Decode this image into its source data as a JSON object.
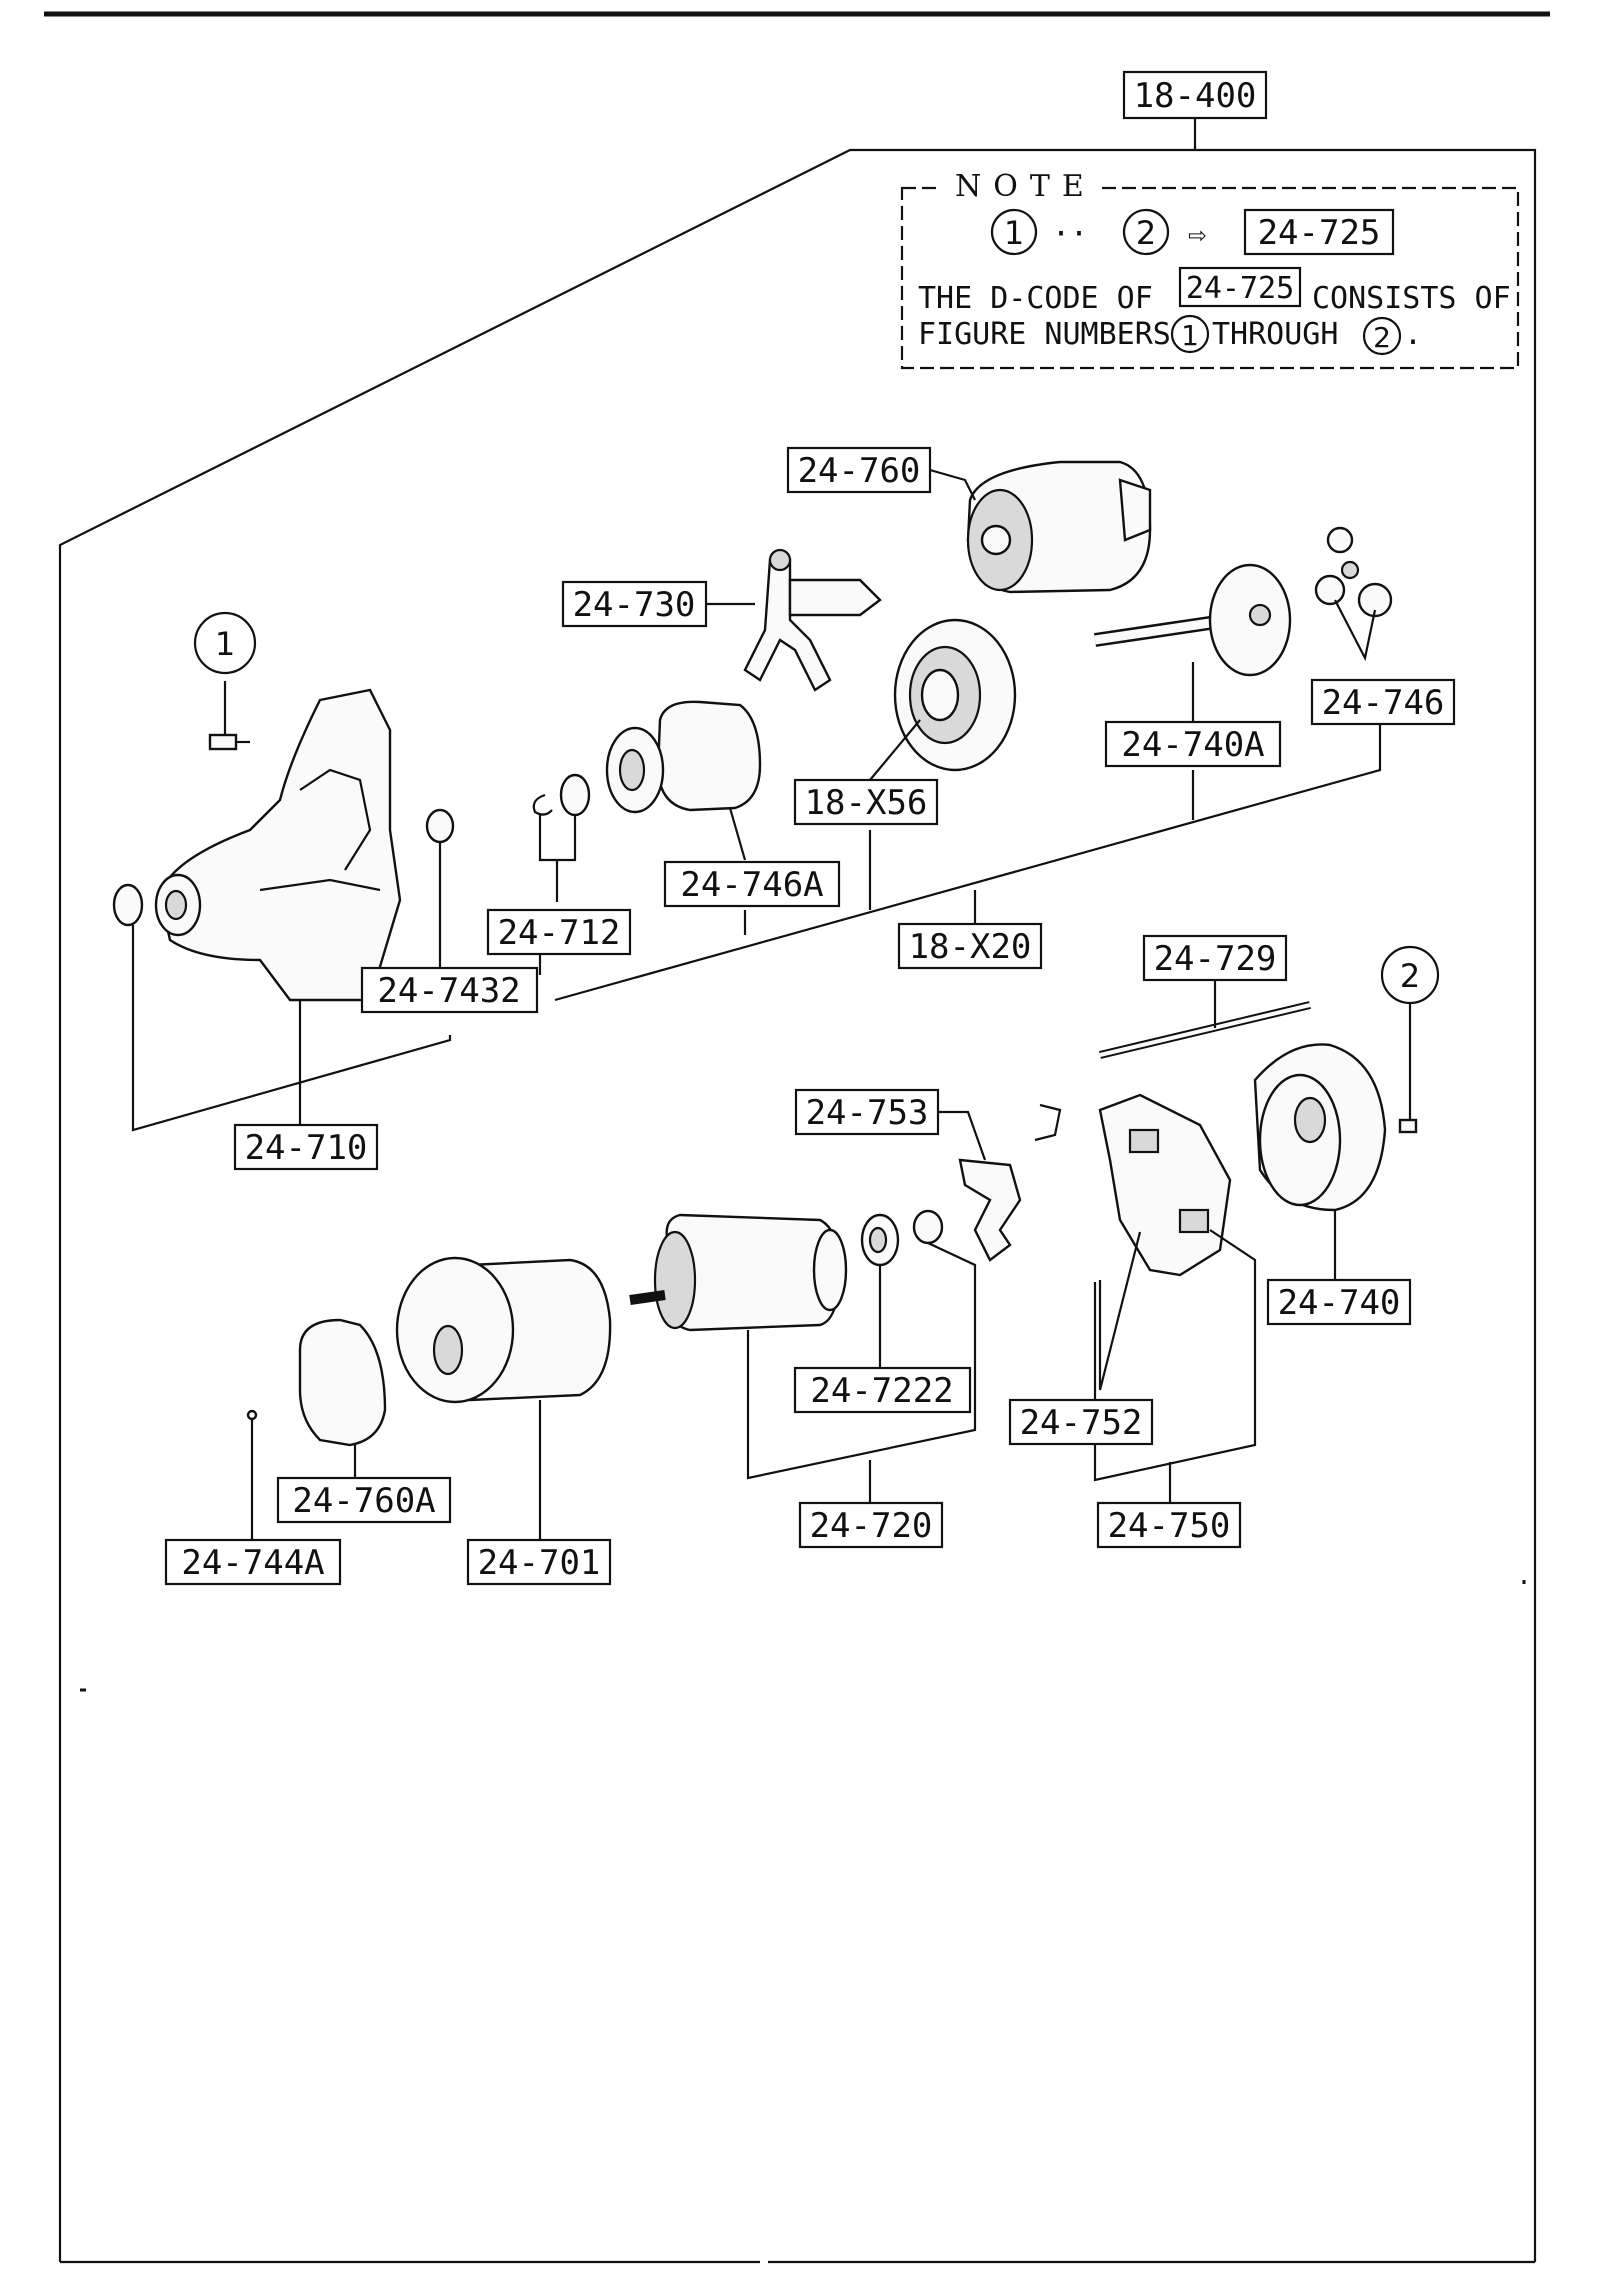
{
  "assembly_label": "18-400",
  "note": {
    "title": "NOTE",
    "range_start": "1",
    "range_end": "2",
    "arrow": "⇨",
    "target_code": "24-725",
    "line1_prefix": "THE D-CODE OF",
    "line1_code": "24-725",
    "line1_suffix": "CONSISTS OF",
    "line2_prefix": "FIGURE NUMBERS",
    "line2_circle1": "1",
    "line2_middle": "THROUGH",
    "line2_circle2": "2",
    "line2_end": "."
  },
  "figure_markers": [
    "1",
    "2"
  ],
  "labels": {
    "l24760": "24-760",
    "l24730": "24-730",
    "l24746": "24-746",
    "l24740A": "24-740A",
    "l18X56": "18-X56",
    "l24746A": "24-746A",
    "l24712": "24-712",
    "l18X20": "18-X20",
    "l247432": "24-7432",
    "l24710": "24-710",
    "l24729": "24-729",
    "l24753": "24-753",
    "l24740": "24-740",
    "l247222": "24-7222",
    "l24752": "24-752",
    "l24760A": "24-760A",
    "l24720": "24-720",
    "l24750": "24-750",
    "l24744A": "24-744A",
    "l24701": "24-701"
  }
}
